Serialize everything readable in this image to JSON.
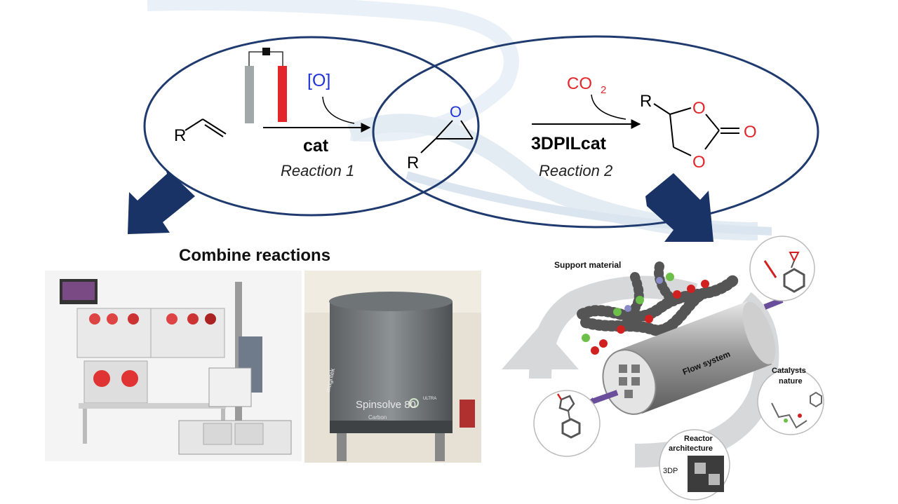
{
  "reaction1": {
    "catalyst": "cat",
    "name": "Reaction 1",
    "oxidant": "[O]"
  },
  "reaction2": {
    "catalyst": "3DPILcat",
    "name": "Reaction 2",
    "reagent": "CO",
    "reagent_subscript": "2"
  },
  "atoms": {
    "r": "R",
    "o": "O"
  },
  "combine_title": "Combine reactions",
  "spectrometer": {
    "brand": "magritek",
    "model": "Spinsolve 80",
    "model_suffix": "ULTRA",
    "variant": "Carbon"
  },
  "cycle_labels": {
    "support": "Support material",
    "flow": "Flow system",
    "catalysts_line1": "Catalysts",
    "catalysts_line2": "nature",
    "reactor_line1": "Reactor",
    "reactor_line2": "architecture",
    "printing": "3DP"
  },
  "colors": {
    "navy": "#1f3a6e",
    "red": "#e3262a",
    "blue": "#1f33d6",
    "grey_ring": "#d7d8da",
    "purple": "#6b4e9b"
  }
}
